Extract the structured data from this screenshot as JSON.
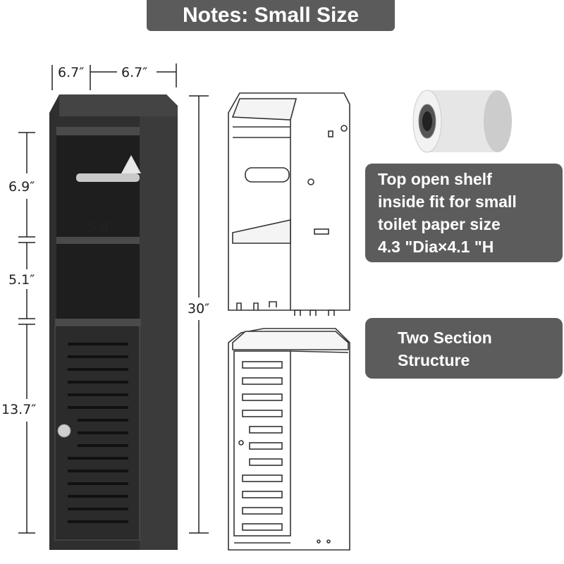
{
  "title": "Notes: Small Size",
  "dimensions": {
    "depth": "6.7″",
    "width": "6.7″",
    "top_shelf_height": "6.9″",
    "shelf_width": "5.9″",
    "middle_shelf_height": "5.1″",
    "cabinet_height": "13.7″",
    "total_height": "30″"
  },
  "callouts": {
    "top_shelf": [
      "Top open shelf",
      "inside fit for small",
      "toilet paper size",
      "4.3 \"Dia×4.1 \"H"
    ],
    "structure": [
      "Two Section",
      "Structure"
    ]
  },
  "colors": {
    "banner": "#5b5b5b",
    "callout": "#5c5c5c",
    "cabinet": "#2e2e2e",
    "outline": "#333333"
  }
}
